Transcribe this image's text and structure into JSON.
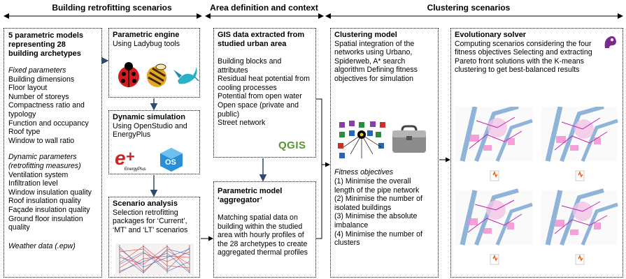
{
  "headers": {
    "h1": "Building retrofitting scenarios",
    "h2": "Area definition and context",
    "h3": "Clustering scenarios"
  },
  "left_box": {
    "title": "5 parametric models representing 28 building archetypes",
    "fixed_title": "Fixed parameters",
    "fixed_items": [
      "Building dimensions",
      "Floor layout",
      "Number of storeys",
      "Compactness ratio and typology",
      "Function and occupancy",
      "Roof type",
      "Window to wall ratio"
    ],
    "dynamic_title": "Dynamic parameters (retrofitting measures)",
    "dynamic_items": [
      "Ventilation system",
      "Infiltration level",
      "Window insulation quality",
      "Roof insulation quality",
      "Façade insulation quality",
      "Ground floor insulation quality"
    ],
    "weather": "Weather data (.epw)"
  },
  "param_engine": {
    "title": "Parametric engine",
    "text": "Using Ladybug tools"
  },
  "dyn_sim": {
    "title": "Dynamic simulation",
    "text": "Using OpenStudio and EnergyPlus",
    "ep_label": "EnergyPlus",
    "os_label": "OS"
  },
  "scenario": {
    "title": "Scenario analysis",
    "text": "Selection retrofitting packages for ‘Current’, ‘MT’ and ‘LT’ scenarios"
  },
  "gis": {
    "title": "GIS data extracted from studied urban area",
    "items": [
      "Building blocks and attributes",
      "Residual heat potential from cooling processes",
      "Potential from open water",
      "Open space (private and public)",
      "Street network"
    ],
    "logo": "QGIS"
  },
  "aggregator": {
    "title": "Parametric model ‘aggregator’",
    "text": "Matching spatial data on building within the studied area with hourly profiles of the 28 archetypes to create aggregated thermal profiles"
  },
  "clustering": {
    "title": "Clustering model",
    "text": "Spatial integration of the networks using Urbano, Spiderweb, A* search algorithm Defining fitness objectives for simulation",
    "fit_title": "Fitness objectives",
    "fit_items": [
      "(1) Minimise the overall length of the pipe network",
      "(2) Minimise the number of isolated buildings",
      "(3) Minimise the absolute imbalance",
      "(4) Minimise the number of clusters"
    ]
  },
  "evo": {
    "title": "Evolutionary solver",
    "text": "Computing scenarios considering the four fitness objectives Selecting and extracting Pareto front solutions with the K-means clustering to get best-balanced results"
  },
  "colors": {
    "arrow": "#2f4a6e",
    "os_blue": "#2a8fd6",
    "ep_red": "#d42020",
    "qgis_green": "#589632"
  }
}
